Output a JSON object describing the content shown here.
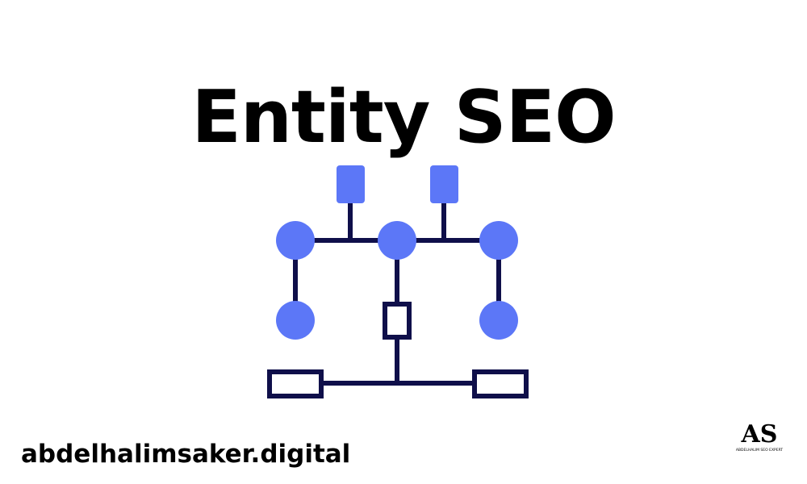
{
  "title": "Entity SEO",
  "site_url": "abdelhalimsaker.digital",
  "logo": {
    "letters": "AS",
    "tagline": "ABDELHALIM SEO EXPERT"
  },
  "colors": {
    "node_fill": "#5c77f7",
    "line": "#0f0f4a",
    "text": "#000000",
    "background": "#ffffff"
  }
}
